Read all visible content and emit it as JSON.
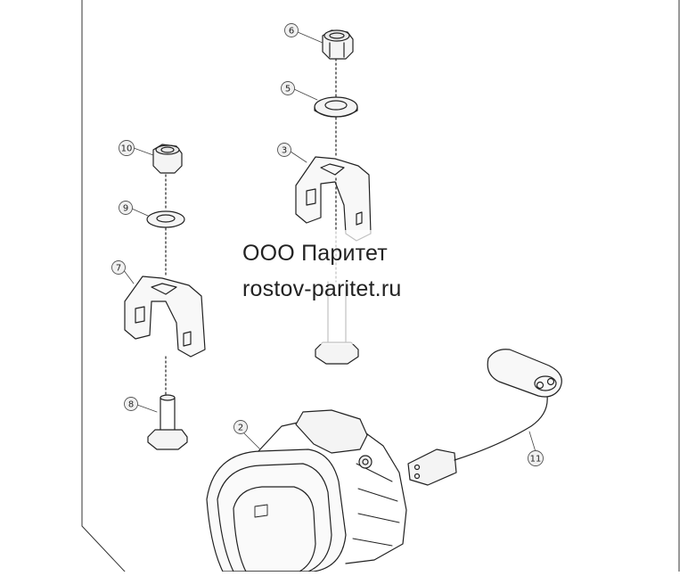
{
  "watermark": {
    "company": "ООО Паритет",
    "website": "rostov-paritet.ru"
  },
  "callouts": [
    "2",
    "3",
    "5",
    "6",
    "7",
    "8",
    "9",
    "10",
    "11"
  ]
}
